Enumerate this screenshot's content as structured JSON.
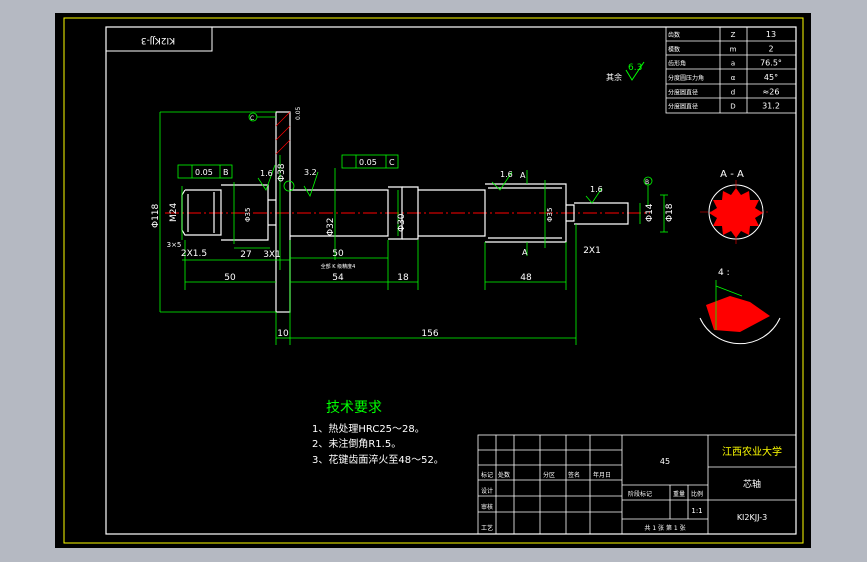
{
  "app": {
    "background": "#b5b9c2",
    "paper_color": "#000000"
  },
  "colors": {
    "frame": "#ffffff",
    "part": "#ffffff",
    "dim": "#00ff00",
    "center": "#ff0000",
    "text": "#ffffff",
    "label_yellow": "#ffff00",
    "note_green": "#00ff00"
  },
  "drawing": {
    "code_box_text": "KI2KJJ-3",
    "param_table": {
      "rows": [
        {
          "label": "齿数",
          "sym": "Z",
          "val": "13"
        },
        {
          "label": "模数",
          "sym": "m",
          "val": "2"
        },
        {
          "label": "齿形角",
          "sym": "a",
          "val": "76.5°"
        },
        {
          "label": "分度圆压力角",
          "sym": "α",
          "val": "45°"
        },
        {
          "label": "分度圆直径",
          "sym": "d",
          "val": "≈26"
        },
        {
          "label": "分度圆直径",
          "sym": "D",
          "val": "31.2"
        }
      ]
    },
    "roughness": {
      "rest": "其余",
      "value": "6.3"
    },
    "dims": {
      "d118": "Φ118",
      "m24": "M24",
      "d35": "Φ35",
      "d38": "Φ38",
      "d32": "Φ32",
      "d30": "Φ30",
      "d35b": "Φ35",
      "d14": "Φ14",
      "d18": "Φ18",
      "c2x15": "2X1.5",
      "c3x1": "3X1",
      "c2x1": "2X1",
      "c3x45": "3×5",
      "l27": "27",
      "l50a": "50",
      "l50b": "50",
      "l54": "54",
      "l18": "18",
      "l48": "48",
      "l10": "10",
      "l156": "156",
      "r16a": "1.6",
      "r16b": "1.6",
      "r16c": "1.6",
      "r32": "3.2",
      "tol005b": "0.05",
      "datum_b": "B",
      "tol005c": "0.05",
      "datum_c": "C",
      "datum_a": "A",
      "datum_a2": "A",
      "tiny_note": "全部 K 级精度4",
      "label_c": "C",
      "label_b": "B",
      "label_a": "A"
    },
    "section": {
      "title": "A - A",
      "detail": "4 :"
    },
    "tech": {
      "title": "技术要求",
      "items": [
        "1、热处理HRC25～28。",
        "2、未注倒角R1.5。",
        "3、花键齿面淬火至48～52。"
      ]
    },
    "title_block": {
      "school": "江西农业大学",
      "part_name": "芯轴",
      "drawing_no": "KI2KJJ-3",
      "material": "45",
      "scale": "1:1",
      "revision_label": "标记",
      "count_label": "处数",
      "design_label": "设计",
      "check_label": "审核",
      "process_label": "工艺",
      "stage_label": "阶段标记",
      "weight_label": "重量",
      "ratio_label": "比例",
      "sheet_text": "共 1 张  第 1 张",
      "sig_label": "签名",
      "date_label": "年月日",
      "division_label": "分区"
    }
  }
}
